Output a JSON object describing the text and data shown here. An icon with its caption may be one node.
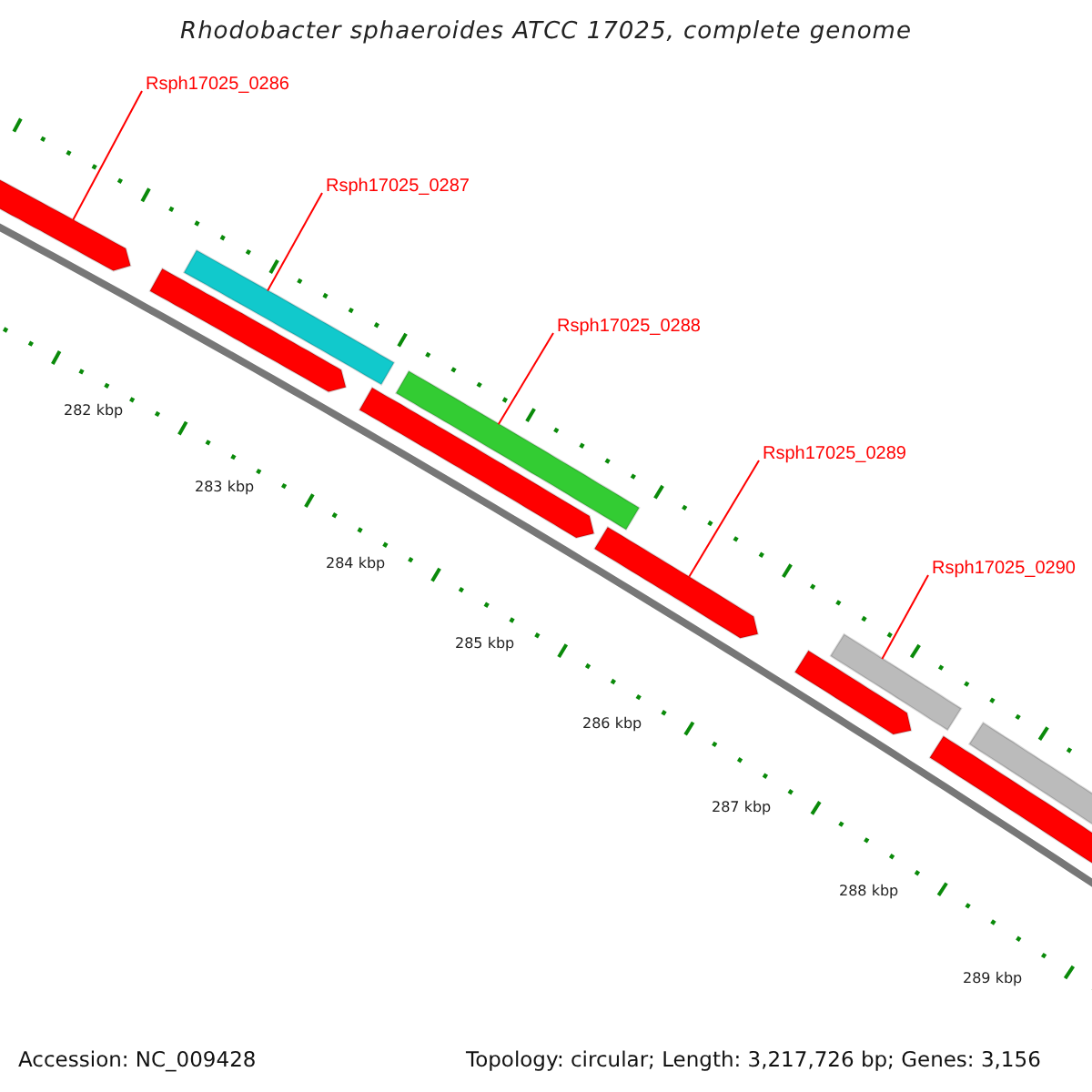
{
  "diagram": {
    "title": "Rhodobacter sphaeroides ATCC 17025, complete genome",
    "nodes": [
      {
        "text": [
          "Rsph17025_0286"
        ]
      },
      {
        "text": [
          "Rsph17025_0287"
        ]
      },
      {
        "text": [
          "Rsph17025_0288"
        ]
      },
      {
        "text": [
          "Rsph17025_0289"
        ]
      },
      {
        "text": [
          "Rsph17025_0290"
        ]
      },
      {
        "text": [],
        "shape": "bar"
      },
      {
        "text": [],
        "shape": "bar"
      },
      {
        "text": [],
        "shape": "bar"
      },
      {
        "text": [],
        "shape": "bar"
      },
      {
        "text": [],
        "shape": "bar"
      },
      {
        "text": [],
        "shape": "bar"
      },
      {
        "text": [],
        "shape": "bar"
      },
      {
        "text": [],
        "shape": "bar"
      },
      {
        "text": [],
        "shape": "bar"
      },
      {
        "text": [],
        "shape": "bar"
      }
    ],
    "edges": [
      {
        "from": 0,
        "to": 5,
        "arrow": "none"
      },
      {
        "from": 1,
        "to": 6,
        "arrow": "none"
      },
      {
        "from": 2,
        "to": 7,
        "arrow": "none"
      },
      {
        "from": 3,
        "to": 8,
        "arrow": "none"
      },
      {
        "from": 4,
        "to": 9,
        "arrow": "none"
      }
    ],
    "labels": [
      "282 kbp",
      "283 kbp",
      "284 kbp",
      "285 kbp",
      "286 kbp",
      "287 kbp",
      "288 kbp",
      "289 kbp",
      "Accession: NC_009428",
      "Topology: circular; Length: 3,217,726 bp; Genes: 3,156"
    ]
  }
}
